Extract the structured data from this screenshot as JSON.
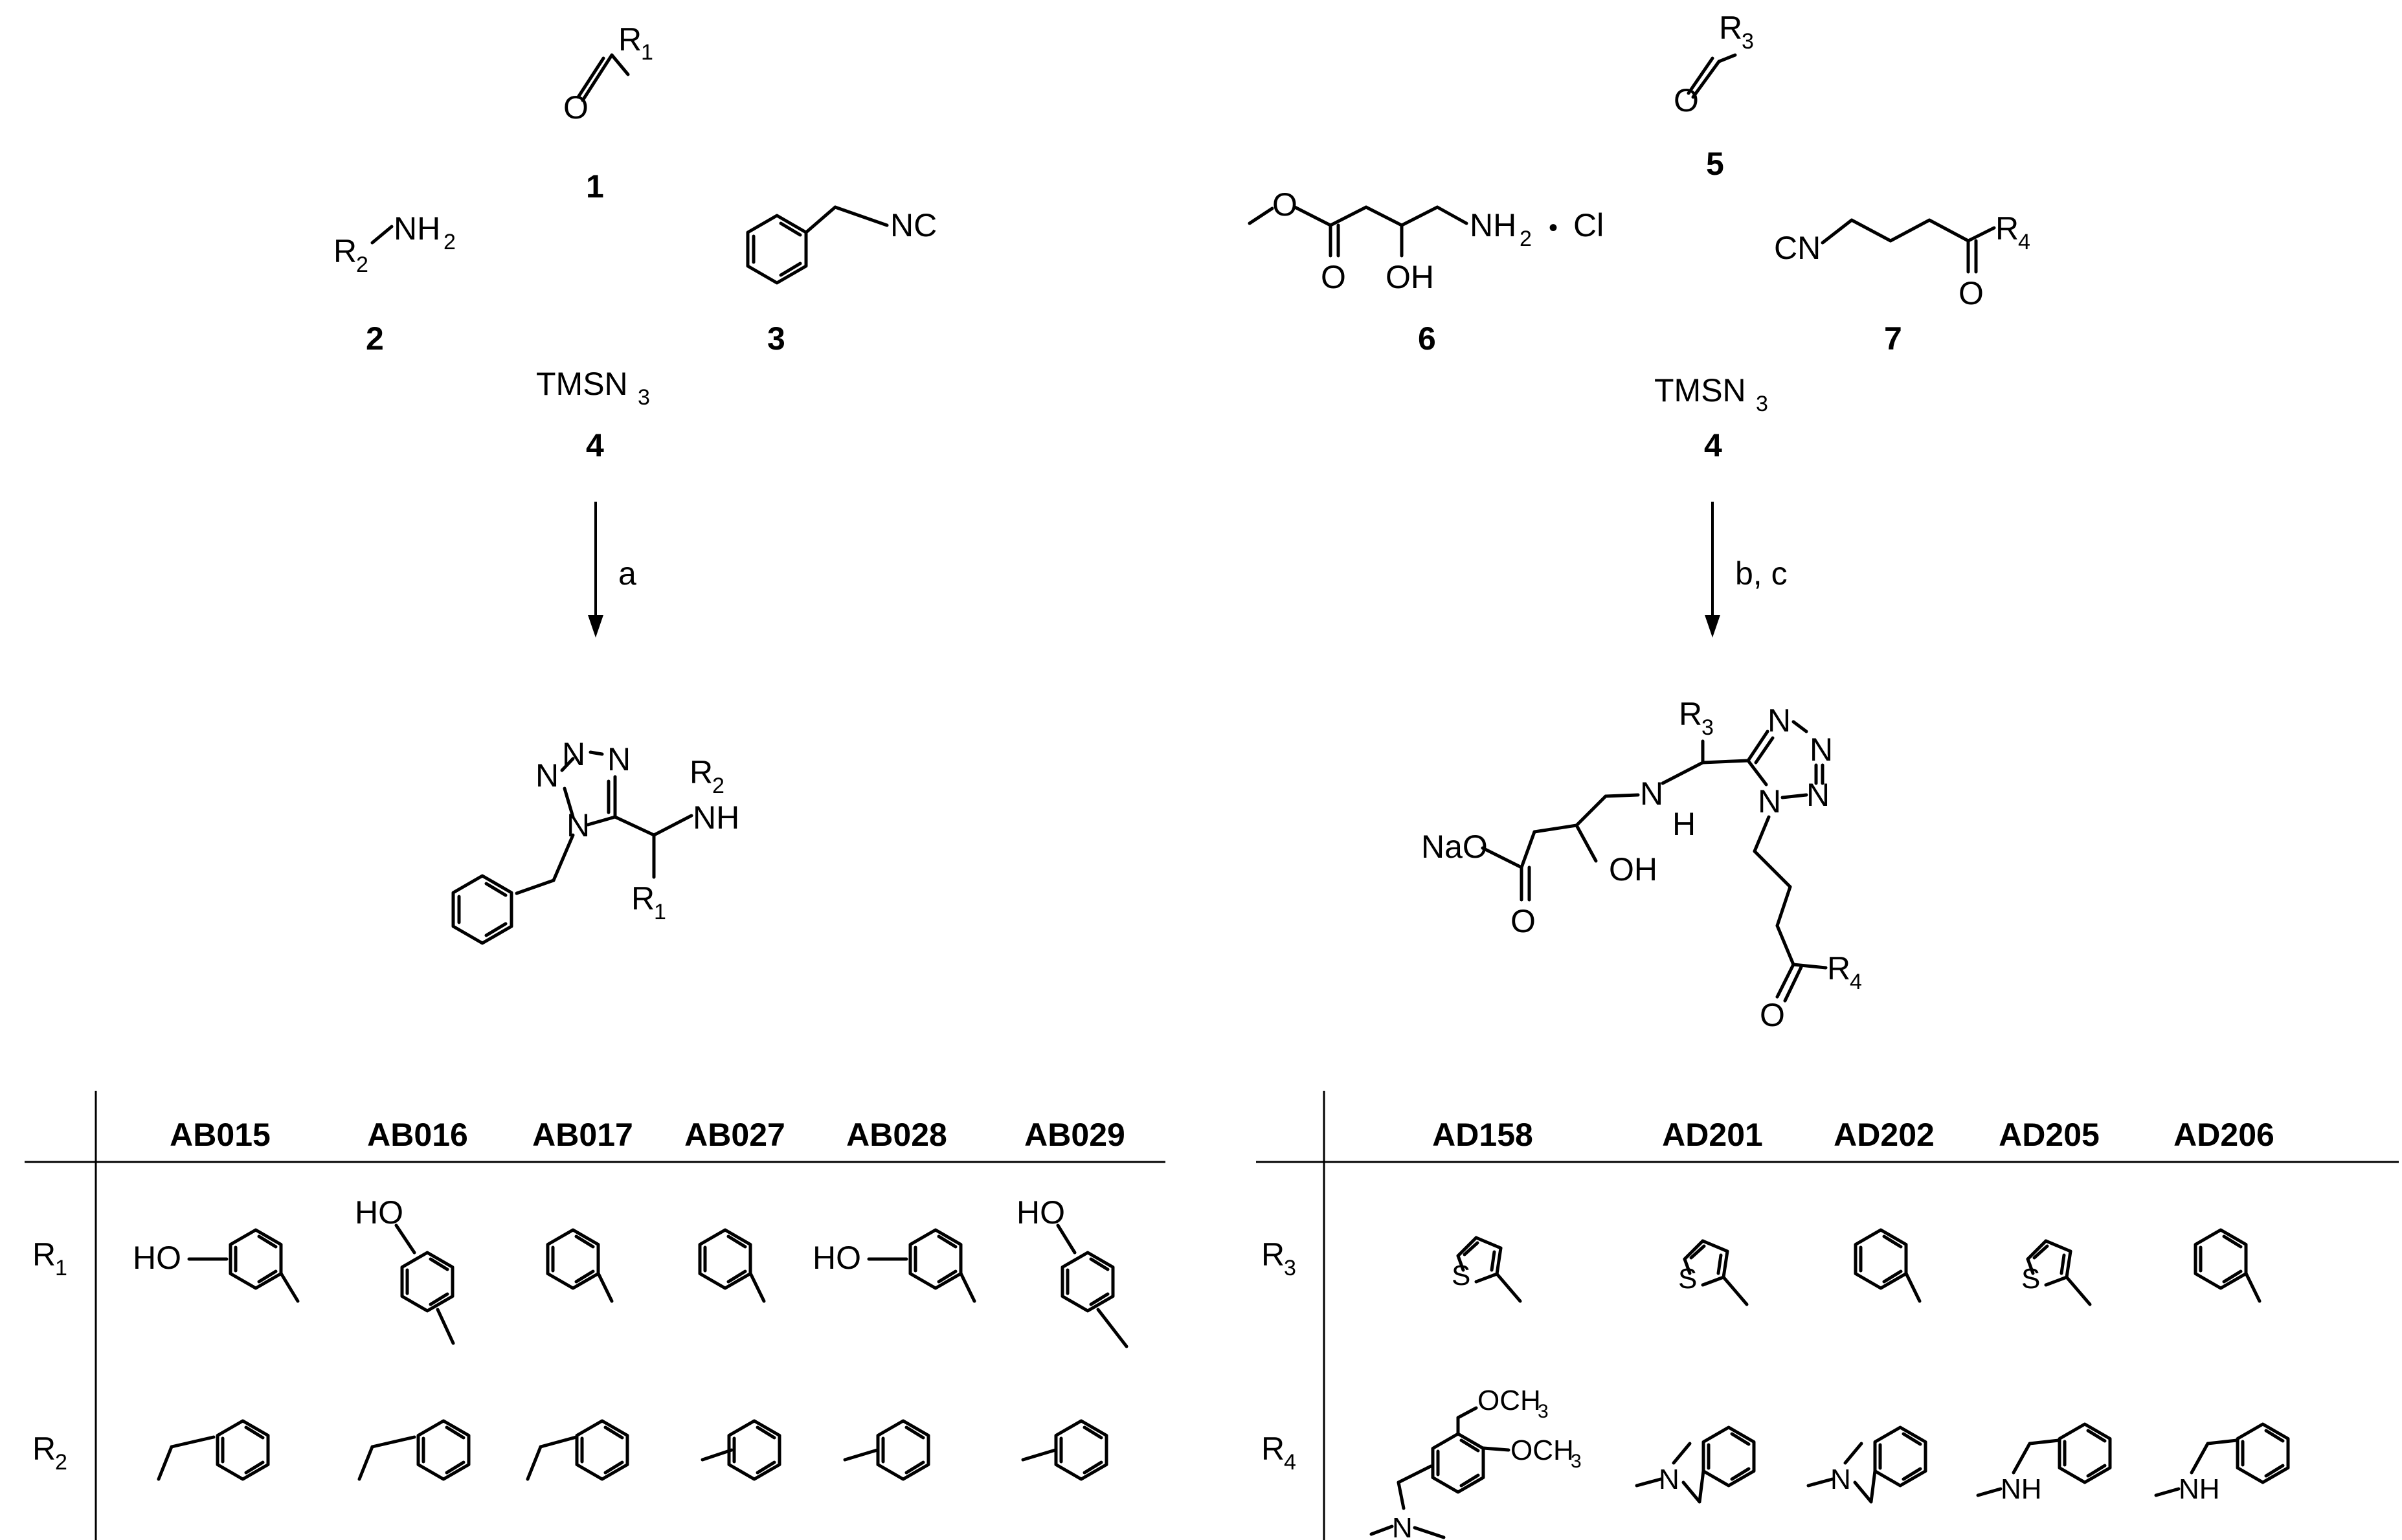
{
  "left_scheme": {
    "reagents": {
      "r1_label": "R",
      "r1_sub": "1",
      "o": "O",
      "n1": "1",
      "r2_label": "R",
      "r2_sub": "2",
      "nh2": "NH",
      "nh2_sub": "2",
      "n2": "2",
      "nc": "NC",
      "n3": "3",
      "tmsn3": "TMSN",
      "tmsn3_sub": "3",
      "n4": "4"
    },
    "arrow_label": "a",
    "product": {
      "n": "N",
      "r2": "R",
      "r2_sub": "2",
      "nh": "NH",
      "r1": "R",
      "r1_sub": "1"
    }
  },
  "right_scheme": {
    "reagents": {
      "r3_label": "R",
      "r3_sub": "3",
      "o": "O",
      "n5": "5",
      "nh2": "NH",
      "nh2_sub": "2",
      "dot": "•",
      "cl": "Cl",
      "oh": "OH",
      "n6": "6",
      "cn": "CN",
      "r4_label": "R",
      "r4_sub": "4",
      "n7": "7",
      "tmsn3": "TMSN",
      "tmsn3_sub": "3",
      "n4": "4"
    },
    "arrow_label": "b, c",
    "product": {
      "nao": "NaO",
      "o": "O",
      "oh": "OH",
      "n": "N",
      "h": "H",
      "r3": "R",
      "r3_sub": "3",
      "r4": "R",
      "r4_sub": "4"
    }
  },
  "left_table": {
    "columns": [
      "AB015",
      "AB016",
      "AB017",
      "AB027",
      "AB028",
      "AB029"
    ],
    "rows": [
      {
        "label": "R",
        "sub": "1"
      },
      {
        "label": "R",
        "sub": "2"
      }
    ],
    "ho": "HO"
  },
  "right_table": {
    "columns": [
      "AD158",
      "AD201",
      "AD202",
      "AD205",
      "AD206"
    ],
    "rows": [
      {
        "label": "R",
        "sub": "3"
      },
      {
        "label": "R",
        "sub": "4"
      }
    ],
    "s": "S",
    "n": "N",
    "nh": "NH",
    "och3": "OCH",
    "och3_sub": "3"
  }
}
